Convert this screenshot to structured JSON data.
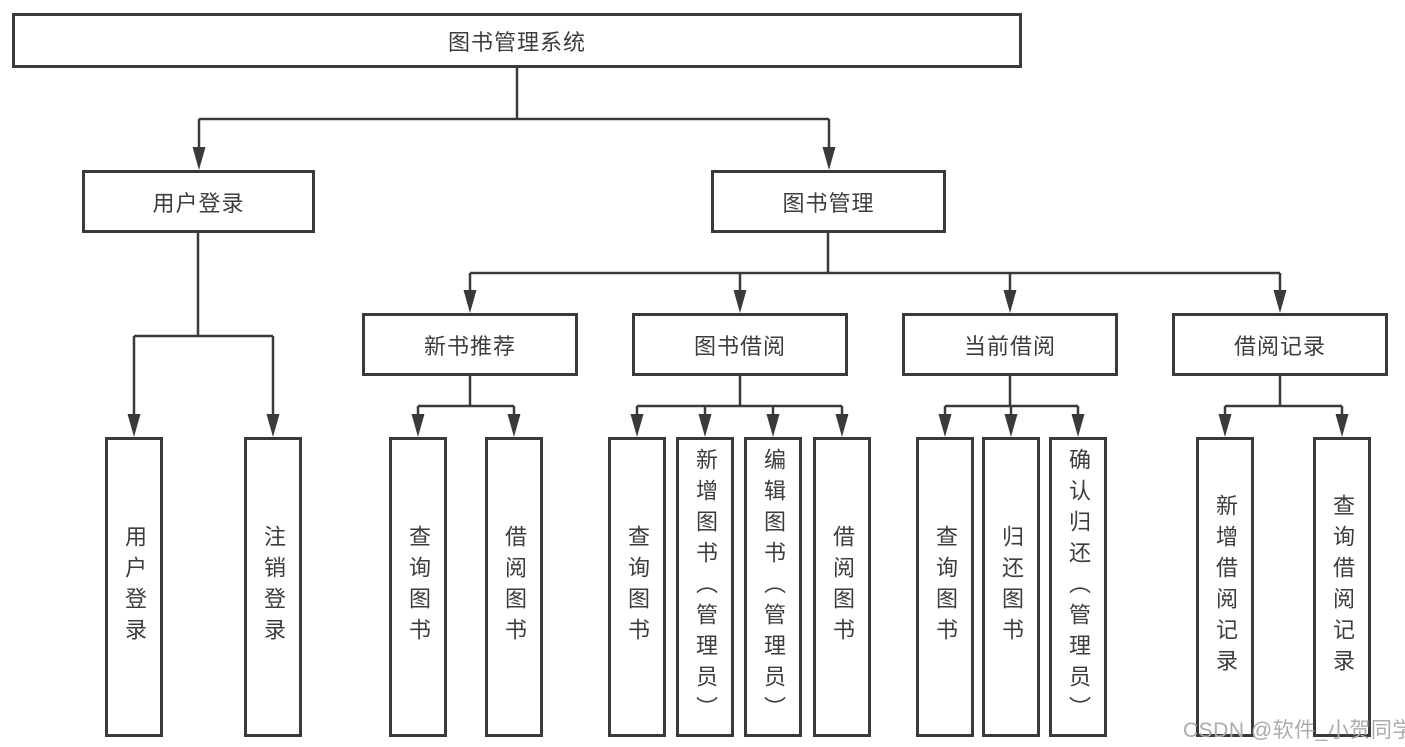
{
  "colors": {
    "line": "#3a3a3a",
    "text": "#3d3d3d",
    "watermark": "#ababab",
    "background": "#ffffff"
  },
  "watermark": {
    "text": "CSDN @软件_小贺同学"
  },
  "tree": {
    "root": {
      "label": "图书管理系统",
      "children": [
        {
          "label": "用户登录",
          "children": [
            {
              "label": "用户登录"
            },
            {
              "label": "注销登录"
            }
          ]
        },
        {
          "label": "图书管理",
          "children": [
            {
              "label": "新书推荐",
              "children": [
                {
                  "label": "查询图书"
                },
                {
                  "label": "借阅图书"
                }
              ]
            },
            {
              "label": "图书借阅",
              "children": [
                {
                  "label": "查询图书"
                },
                {
                  "label": "新增图书（管理员）"
                },
                {
                  "label": "编辑图书（管理员）"
                },
                {
                  "label": "借阅图书"
                }
              ]
            },
            {
              "label": "当前借阅",
              "children": [
                {
                  "label": "查询图书"
                },
                {
                  "label": "归还图书"
                },
                {
                  "label": "确认归还（管理员）"
                }
              ]
            },
            {
              "label": "借阅记录",
              "children": [
                {
                  "label": "新增借阅记录"
                },
                {
                  "label": "查询借阅记录"
                }
              ]
            }
          ]
        }
      ]
    }
  }
}
